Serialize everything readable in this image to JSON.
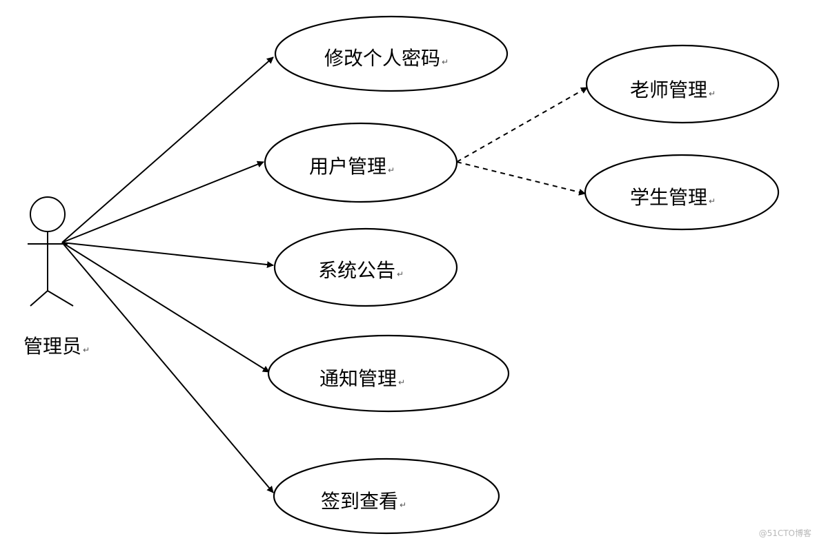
{
  "actor": {
    "label": "管理员"
  },
  "use_cases": [
    {
      "id": "uc-change-password",
      "label": "修改个人密码"
    },
    {
      "id": "uc-user-management",
      "label": "用户管理"
    },
    {
      "id": "uc-system-announcement",
      "label": "系统公告"
    },
    {
      "id": "uc-notice-management",
      "label": "通知管理"
    },
    {
      "id": "uc-checkin-view",
      "label": "签到查看"
    },
    {
      "id": "uc-teacher-management",
      "label": "老师管理"
    },
    {
      "id": "uc-student-management",
      "label": "学生管理"
    }
  ],
  "relations": [
    {
      "from": "actor",
      "to": "uc-change-password",
      "style": "solid"
    },
    {
      "from": "actor",
      "to": "uc-user-management",
      "style": "solid"
    },
    {
      "from": "actor",
      "to": "uc-system-announcement",
      "style": "solid"
    },
    {
      "from": "actor",
      "to": "uc-notice-management",
      "style": "solid"
    },
    {
      "from": "actor",
      "to": "uc-checkin-view",
      "style": "solid"
    },
    {
      "from": "uc-user-management",
      "to": "uc-teacher-management",
      "style": "dashed"
    },
    {
      "from": "uc-user-management",
      "to": "uc-student-management",
      "style": "dashed"
    }
  ],
  "paragraph_mark": "↵",
  "watermark": "@51CTO博客",
  "colors": {
    "line": "#000000",
    "background": "#ffffff",
    "watermark": "#b8b8b8"
  }
}
